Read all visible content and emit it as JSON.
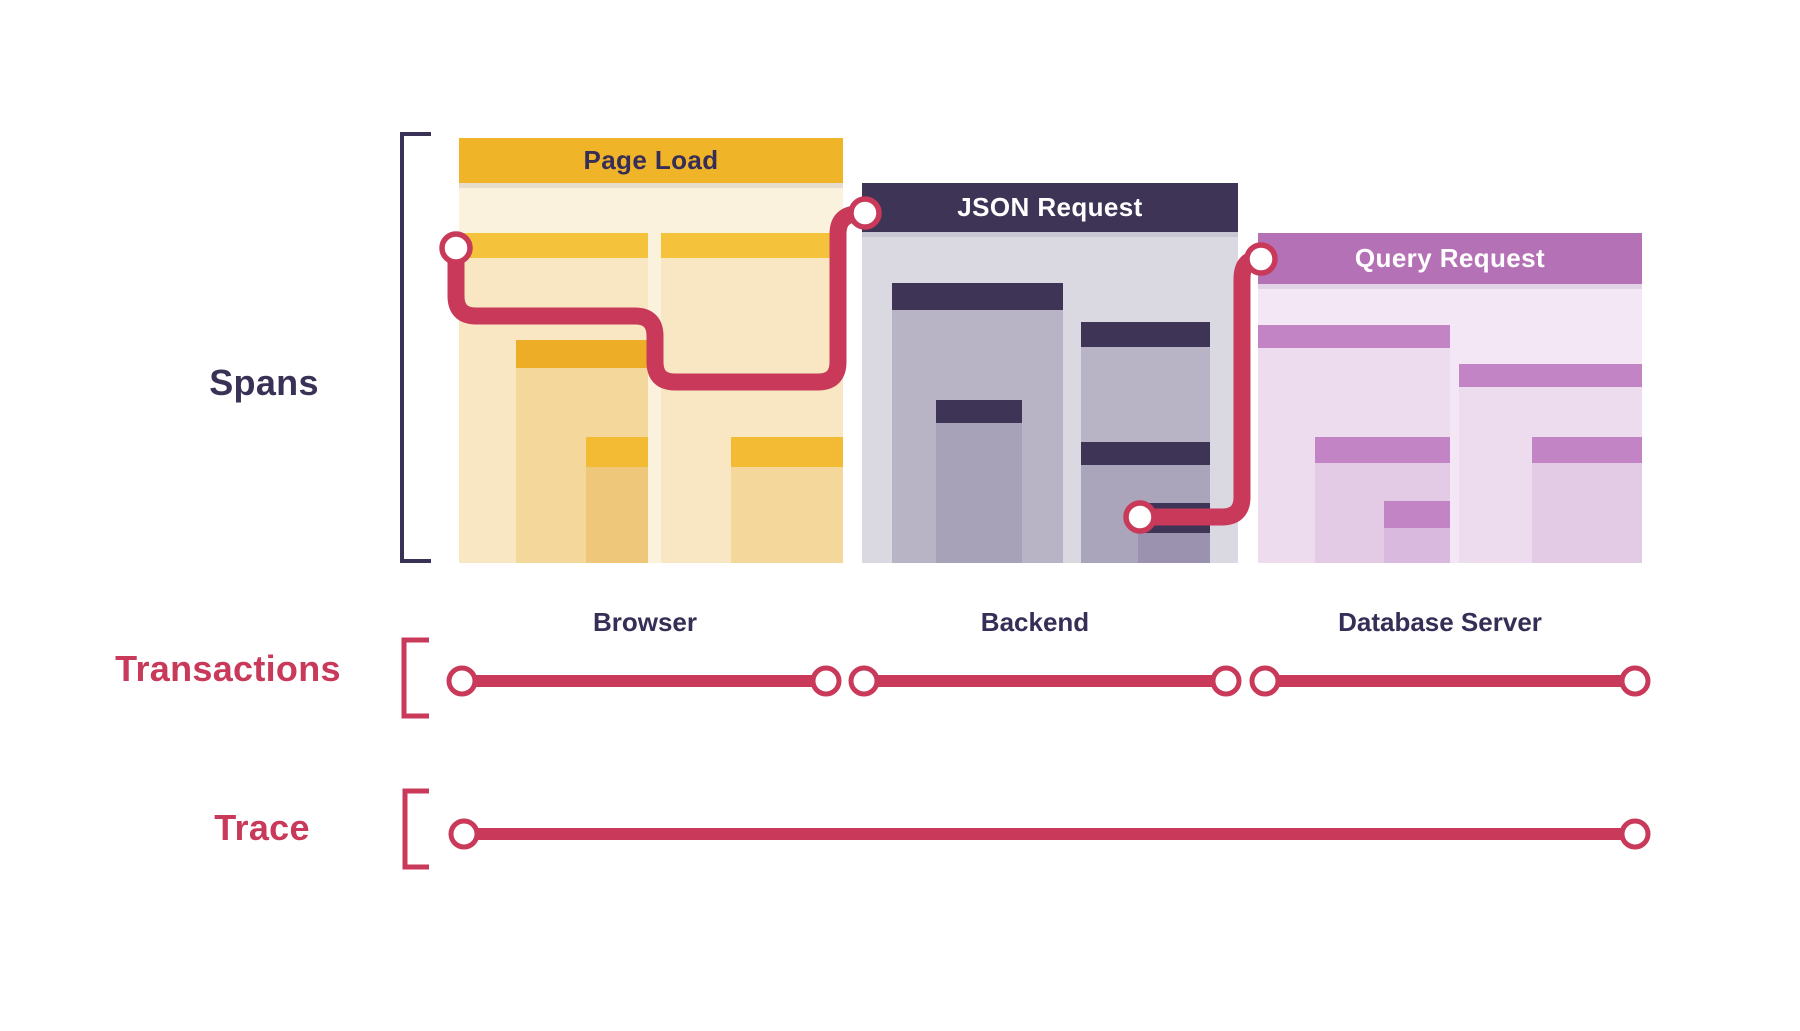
{
  "labels": {
    "spans": "Spans",
    "transactions": "Transactions",
    "trace": "Trace"
  },
  "cards": [
    {
      "id": "browser",
      "title": "Page Load",
      "caption": "Browser"
    },
    {
      "id": "backend",
      "title": "JSON Request",
      "caption": "Backend"
    },
    {
      "id": "database",
      "title": "Query Request",
      "caption": "Database Server"
    }
  ],
  "colors": {
    "accent_red": "#C8395A",
    "indigo_text": "#3A3157",
    "browser_gold": "#F0B429",
    "backend_dark": "#3E3456",
    "database_purple": "#B571B6",
    "node_fill": "#FFFFFF"
  }
}
